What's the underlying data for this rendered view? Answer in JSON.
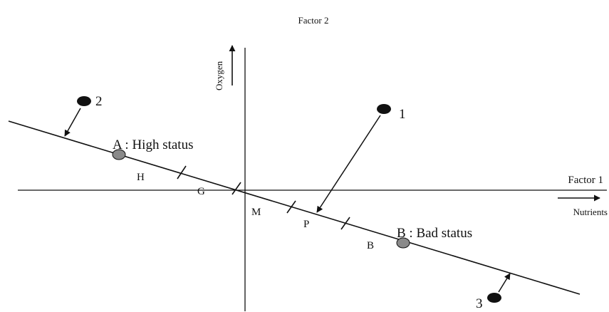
{
  "diagram": {
    "title": "Factor 2",
    "axis_y_label": "Oxygen",
    "axis_x_label": "Factor 1",
    "axis_x_sublabel": "Nutrients",
    "status_points": [
      {
        "id": "A",
        "label": "A : High status"
      },
      {
        "id": "B",
        "label": "B : Bad status"
      }
    ],
    "segment_labels": [
      "H",
      "G",
      "M",
      "P",
      "B"
    ],
    "samples": [
      {
        "id": "1",
        "label": "1"
      },
      {
        "id": "2",
        "label": "2"
      },
      {
        "id": "3",
        "label": "3"
      }
    ],
    "colors": {
      "ink": "#111111",
      "status_fill": "#8a8a8a"
    }
  }
}
